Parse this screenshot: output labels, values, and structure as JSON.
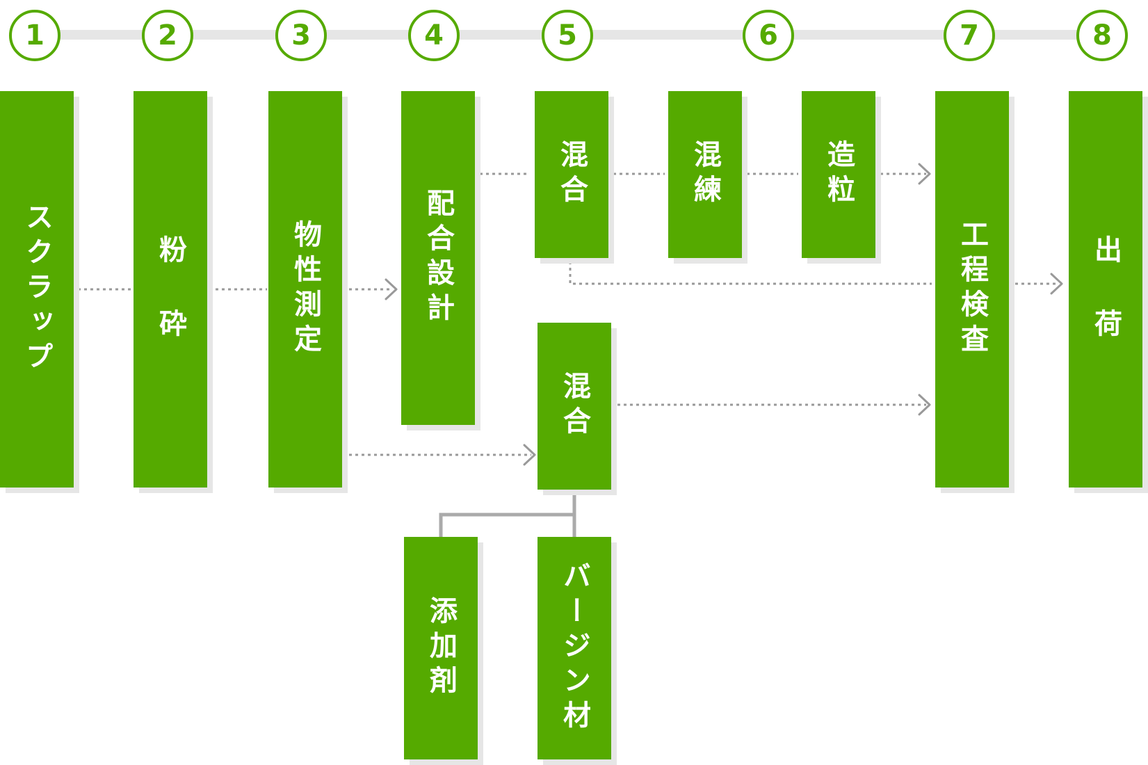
{
  "colors": {
    "accent": "#55aa00",
    "track": "#e6e6e6",
    "connector": "#999999",
    "text": "#ffffff"
  },
  "steps": [
    "1",
    "2",
    "3",
    "4",
    "5",
    "6",
    "7",
    "8"
  ],
  "boxes": {
    "scrap": "スクラップ",
    "crush": "粉 砕",
    "measure": "物性測定",
    "design": "配合設計",
    "mix_upper": "混合",
    "knead": "混練",
    "granulate": "造粒",
    "inspect": "工程検査",
    "ship": "出 荷",
    "mix_lower": "混合",
    "additive": "添加剤",
    "virgin": "バージン材"
  }
}
